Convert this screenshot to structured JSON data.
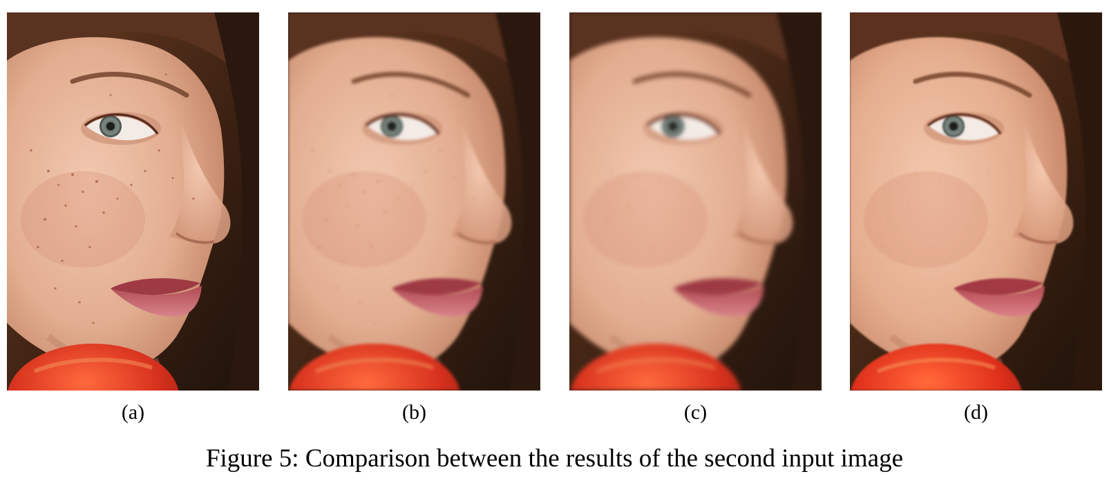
{
  "figure": {
    "caption": "Figure 5: Comparison between the results of the second input image",
    "panels": [
      {
        "label": "(a)",
        "image": "portrait-original-freckles"
      },
      {
        "label": "(b)",
        "image": "portrait-smoothed-result-1"
      },
      {
        "label": "(c)",
        "image": "portrait-smoothed-result-2"
      },
      {
        "label": "(d)",
        "image": "portrait-smoothed-result-3"
      }
    ]
  },
  "colors": {
    "background": "#ffffff",
    "text": "#000000",
    "skin": "#e7b49a",
    "hair": "#4a2a18",
    "lips": "#c8626a",
    "apple": "#d8321e"
  }
}
